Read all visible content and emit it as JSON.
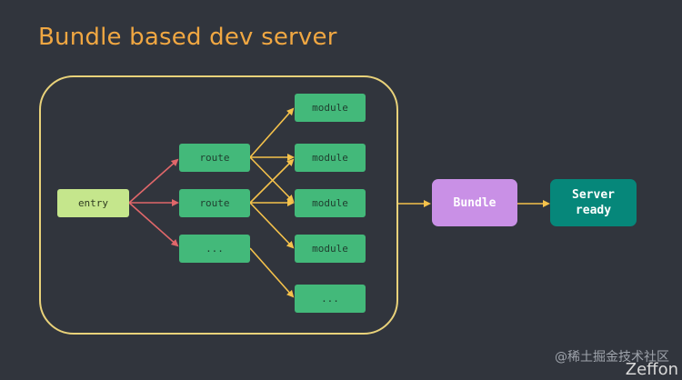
{
  "title": "Bundle based dev server",
  "nodes": {
    "entry": "entry",
    "route_1": "route",
    "route_2": "route",
    "route_3": "...",
    "module_1": "module",
    "module_2": "module",
    "module_3": "module",
    "module_4": "module",
    "module_5": "...",
    "bundle": "Bundle",
    "server_line1": "Server",
    "server_line2": "ready"
  },
  "watermark": "@稀土掘金技术社区",
  "brand": "Zeffon",
  "colors": {
    "title": "#f0a742",
    "frame": "#e9d27a",
    "entry_arrows": "#e0676a",
    "route_arrows": "#f5c24b",
    "module_fill": "#43b97a",
    "entry_fill": "#c5e68c",
    "bundle_fill": "#c990e6",
    "server_fill": "#06877a"
  }
}
